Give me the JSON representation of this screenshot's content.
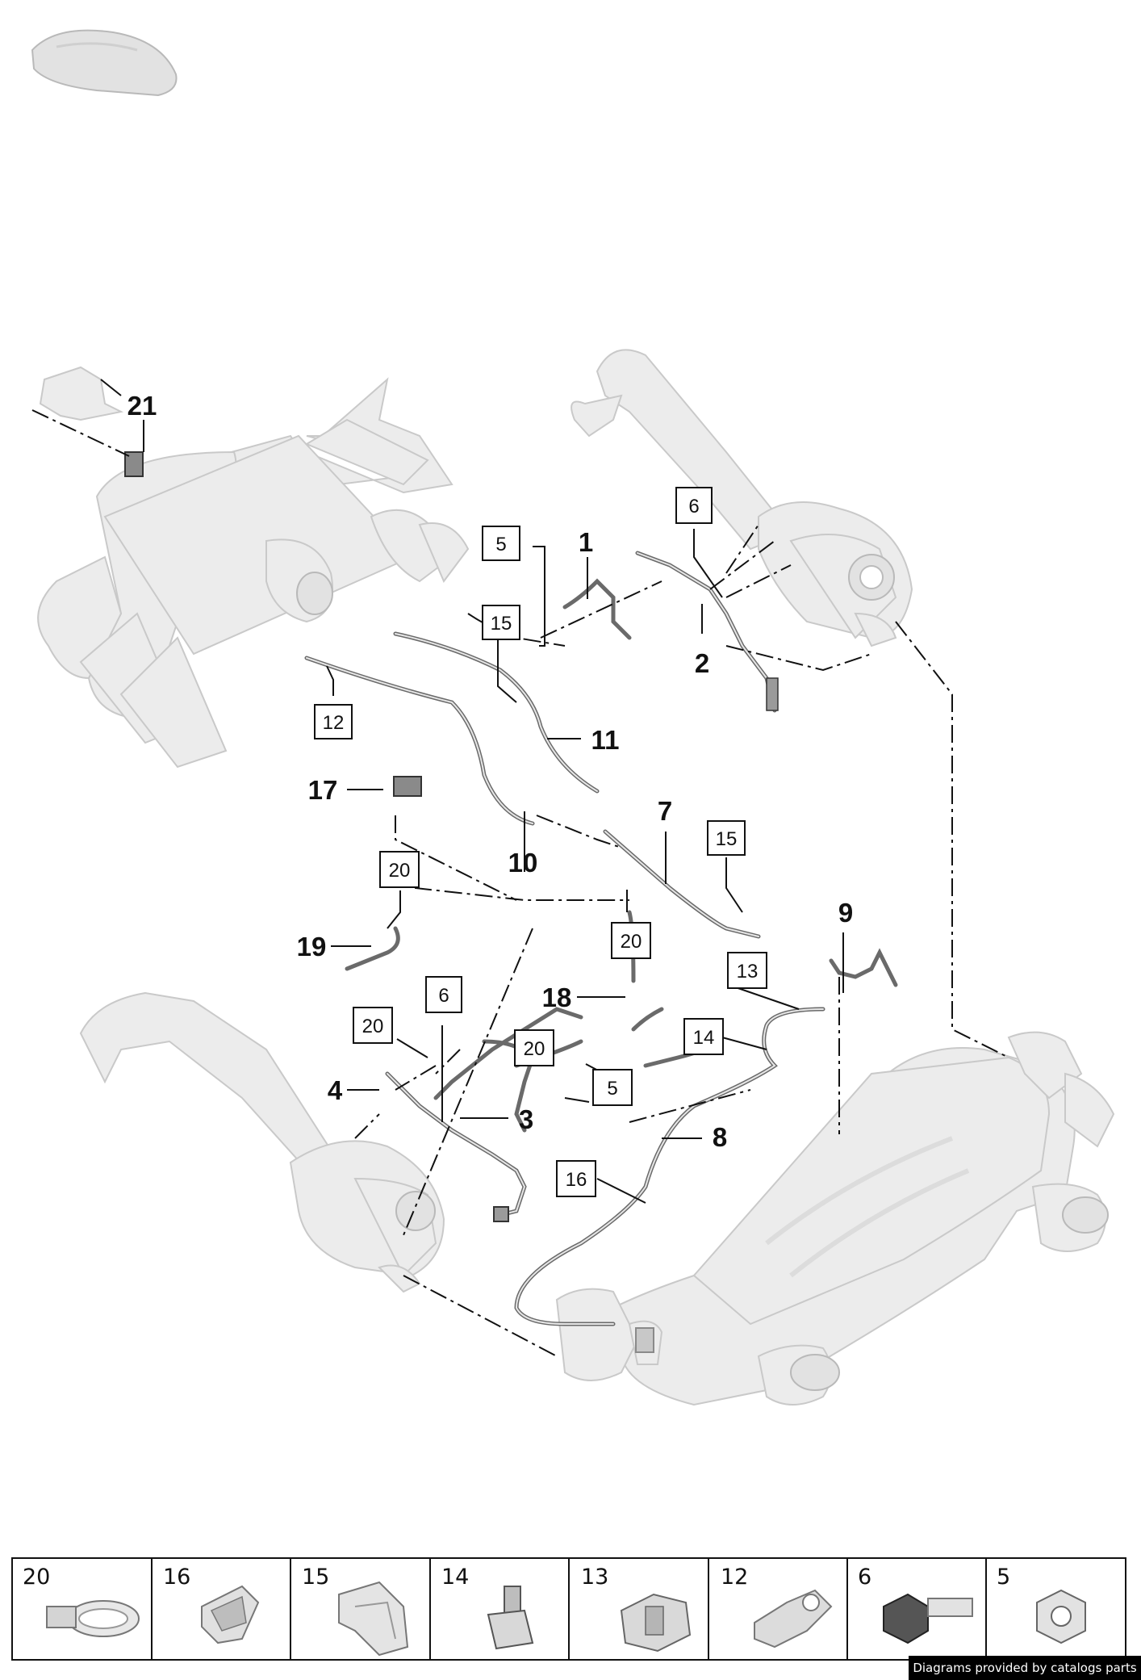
{
  "callouts": [
    "1",
    "2",
    "3",
    "4",
    "7",
    "8",
    "9",
    "10",
    "11",
    "17",
    "18",
    "19",
    "21"
  ],
  "boxed_refs": [
    "5",
    "6",
    "15",
    "12",
    "15",
    "20",
    "20",
    "13",
    "14",
    "20",
    "20",
    "6",
    "5",
    "16"
  ],
  "legend": [
    "20",
    "16",
    "15",
    "14",
    "13",
    "12",
    "6",
    "5"
  ],
  "footer": "Diagrams provided by catalogs parts"
}
